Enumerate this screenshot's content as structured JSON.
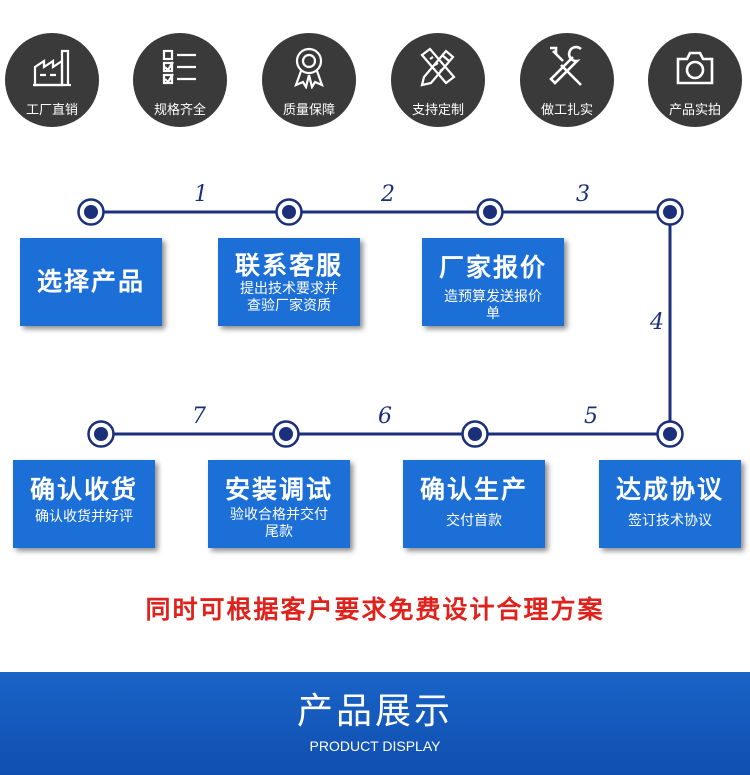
{
  "features": [
    {
      "label": "工厂直销",
      "icon": "factory-icon"
    },
    {
      "label": "规格齐全",
      "icon": "checklist-icon"
    },
    {
      "label": "质量保障",
      "icon": "award-badge-icon"
    },
    {
      "label": "支持定制",
      "icon": "pencil-ruler-icon"
    },
    {
      "label": "做工扎实",
      "icon": "wrench-screwdriver-icon"
    },
    {
      "label": "产品实拍",
      "icon": "camera-icon"
    }
  ],
  "step_numbers": [
    "1",
    "2",
    "3",
    "4",
    "5",
    "6",
    "7"
  ],
  "steps": [
    {
      "title": "选择产品",
      "sub": ""
    },
    {
      "title": "联系客服",
      "sub": "提出技术要求并查验厂家资质"
    },
    {
      "title": "厂家报价",
      "sub": "造预算发送报价单"
    },
    {
      "title": "达成协议",
      "sub": "签订技术协议"
    },
    {
      "title": "确认生产",
      "sub": "交付首款"
    },
    {
      "title": "安装调试",
      "sub": "验收合格并交付尾款"
    },
    {
      "title": "确认收货",
      "sub": "确认收货并好评"
    }
  ],
  "slogan": "同时可根据客户要求免费设计合理方案",
  "banner": {
    "title": "产品展示",
    "subtitle": "PRODUCT DISPLAY"
  },
  "colors": {
    "box": "#1c6fd6",
    "line": "#1b2f7a",
    "slogan": "#e0221c",
    "feature_bg": "#3a3a3a"
  }
}
